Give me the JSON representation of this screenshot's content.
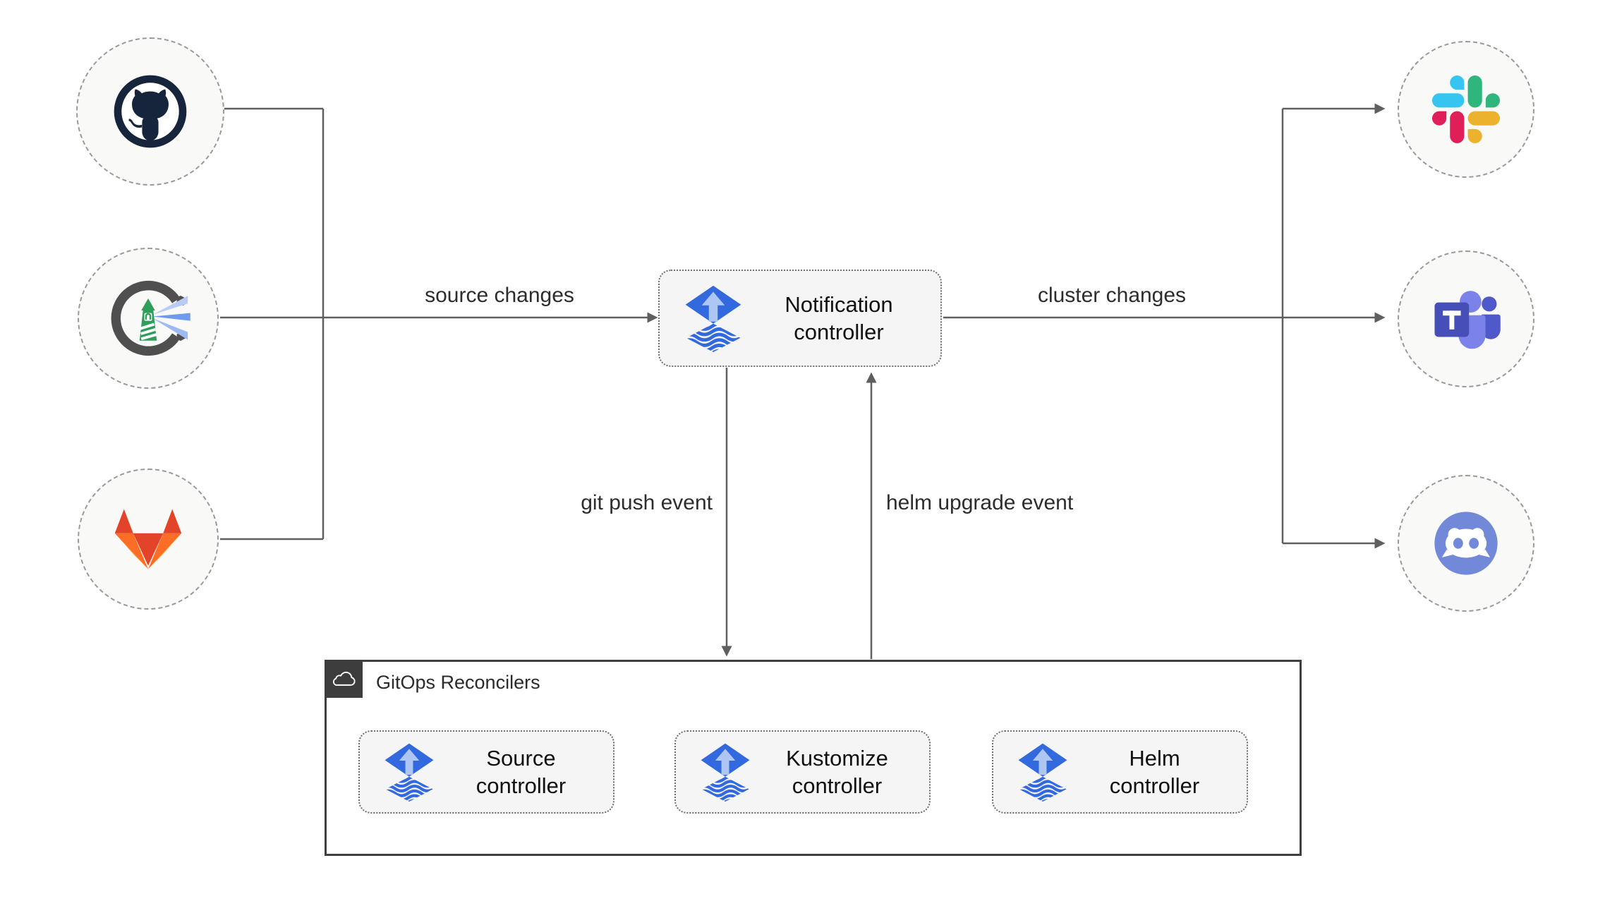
{
  "nodes": {
    "sources": [
      {
        "id": "github",
        "icon": "github-icon"
      },
      {
        "id": "harbor",
        "icon": "harbor-icon"
      },
      {
        "id": "gitlab",
        "icon": "gitlab-icon"
      }
    ],
    "notification": {
      "label": "Notification controller",
      "icon": "flux-icon"
    },
    "providers": [
      {
        "id": "slack",
        "icon": "slack-icon"
      },
      {
        "id": "teams",
        "icon": "microsoft-teams-icon"
      },
      {
        "id": "discord",
        "icon": "discord-icon"
      }
    ],
    "group": {
      "label": "GitOps Reconcilers",
      "icon": "cloud-icon"
    },
    "reconcilers": [
      {
        "label": "Source controller",
        "icon": "flux-icon"
      },
      {
        "label": "Kustomize controller",
        "icon": "flux-icon"
      },
      {
        "label": "Helm controller",
        "icon": "flux-icon"
      }
    ]
  },
  "edges": {
    "source_changes": {
      "label": "source changes"
    },
    "cluster_changes": {
      "label": "cluster changes"
    },
    "git_push_event": {
      "label": "git push event"
    },
    "helm_upgrade_event": {
      "label": "helm upgrade event"
    }
  },
  "colors": {
    "connector_gray": "#5f5f5f",
    "box_fill": "#f5f5f5",
    "box_dotted_border": "#6f6f6f",
    "circle_dashed_border": "#9a9a9a",
    "group_border": "#3f3f3f",
    "flux_blue": "#3269de",
    "flux_arrow_light": "#aec6f2",
    "gitlab_red": "#e24329",
    "gitlab_orange": "#fc6d26",
    "gitlab_yellow": "#fca326",
    "slack_blue": "#36c5f0",
    "slack_green": "#2eb67d",
    "slack_pink": "#e01e5a",
    "slack_yellow": "#ecb22e",
    "teams_purple": "#464eb8",
    "teams_light": "#7b83eb",
    "discord_blurple": "#7289da",
    "harbor_gray": "#4f4f4f",
    "harbor_green": "#2e9e5b",
    "github_dark": "#16253b"
  }
}
